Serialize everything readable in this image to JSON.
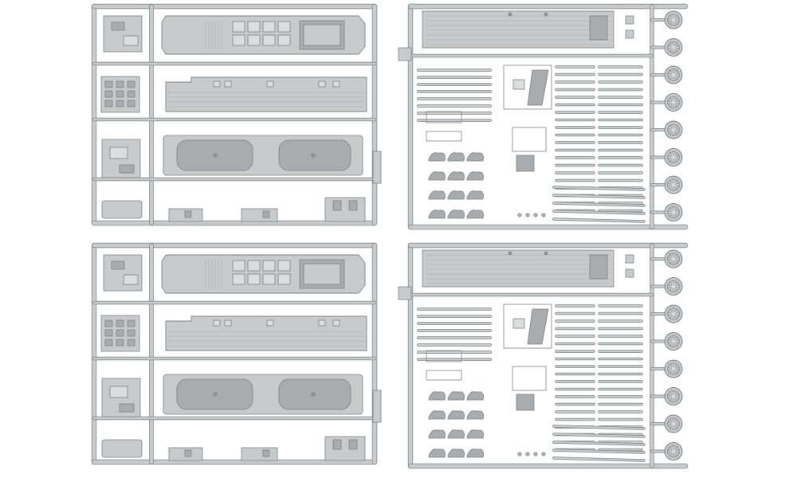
{
  "image": {
    "subject": "model-kit-sprue-sheet",
    "colors": {
      "background": "#ffffff",
      "plastic": "#c9cacc",
      "plastic_dark": "#a9abae",
      "plastic_shadow": "#8e9094",
      "plastic_light": "#dcdddf",
      "outline": "#7f8185"
    },
    "sprues": [
      {
        "id": "left-top",
        "kind": "body-sprue"
      },
      {
        "id": "left-bottom",
        "kind": "body-sprue"
      },
      {
        "id": "right-top",
        "kind": "detail-sprue",
        "wheel_count": 8
      },
      {
        "id": "right-bottom",
        "kind": "detail-sprue",
        "wheel_count": 8
      }
    ]
  }
}
